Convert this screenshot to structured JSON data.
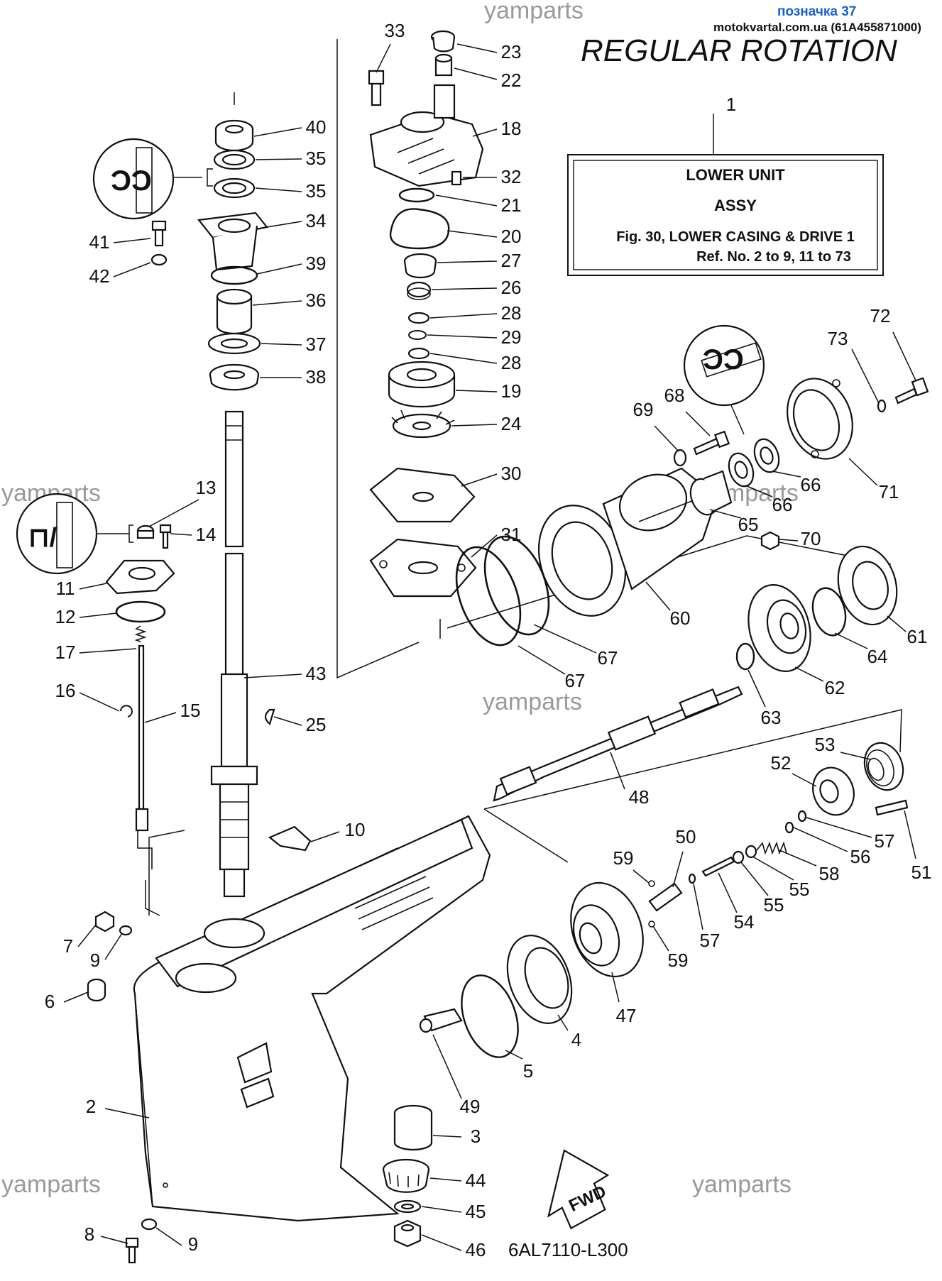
{
  "header": {
    "tag_label": "позначка 37",
    "site_label": "motokvartal.com.ua (61A455871000)",
    "title": "REGULAR ROTATION"
  },
  "watermarks": [
    "yamparts",
    "yamparts",
    "yamparts",
    "yamparts",
    "yamparts",
    "yamparts"
  ],
  "info_box": {
    "callout": "1",
    "line1": "LOWER UNIT",
    "line2": "ASSY",
    "line3": "Fig. 30, LOWER CASING & DRIVE 1",
    "line4": "Ref. No. 2 to 9, 11 to 73"
  },
  "direction_arrow": {
    "label": "FWD"
  },
  "diagram_code": "6AL7110-L300",
  "colors": {
    "line": "#111111",
    "watermark": "#9a9a9a",
    "tag": "#1a5fd0",
    "background": "#ffffff"
  },
  "icons": [
    "grease-apply-icon",
    "sealant-apply-icon",
    "grease-apply-icon"
  ],
  "callouts": [
    {
      "id": "c2",
      "label": "2"
    },
    {
      "id": "c3",
      "label": "3"
    },
    {
      "id": "c4",
      "label": "4"
    },
    {
      "id": "c5",
      "label": "5"
    },
    {
      "id": "c6",
      "label": "6"
    },
    {
      "id": "c7",
      "label": "7"
    },
    {
      "id": "c8",
      "label": "8"
    },
    {
      "id": "c9a",
      "label": "9"
    },
    {
      "id": "c9b",
      "label": "9"
    },
    {
      "id": "c10",
      "label": "10"
    },
    {
      "id": "c11",
      "label": "11"
    },
    {
      "id": "c12",
      "label": "12"
    },
    {
      "id": "c13",
      "label": "13"
    },
    {
      "id": "c14",
      "label": "14"
    },
    {
      "id": "c15",
      "label": "15"
    },
    {
      "id": "c16",
      "label": "16"
    },
    {
      "id": "c17",
      "label": "17"
    },
    {
      "id": "c18",
      "label": "18"
    },
    {
      "id": "c19",
      "label": "19"
    },
    {
      "id": "c20",
      "label": "20"
    },
    {
      "id": "c21",
      "label": "21"
    },
    {
      "id": "c22",
      "label": "22"
    },
    {
      "id": "c23",
      "label": "23"
    },
    {
      "id": "c24",
      "label": "24"
    },
    {
      "id": "c25",
      "label": "25"
    },
    {
      "id": "c26",
      "label": "26"
    },
    {
      "id": "c27",
      "label": "27"
    },
    {
      "id": "c28a",
      "label": "28"
    },
    {
      "id": "c28b",
      "label": "28"
    },
    {
      "id": "c29",
      "label": "29"
    },
    {
      "id": "c30",
      "label": "30"
    },
    {
      "id": "c31",
      "label": "31"
    },
    {
      "id": "c32",
      "label": "32"
    },
    {
      "id": "c33",
      "label": "33"
    },
    {
      "id": "c34",
      "label": "34"
    },
    {
      "id": "c35a",
      "label": "35"
    },
    {
      "id": "c35b",
      "label": "35"
    },
    {
      "id": "c36",
      "label": "36"
    },
    {
      "id": "c37",
      "label": "37"
    },
    {
      "id": "c38",
      "label": "38"
    },
    {
      "id": "c39",
      "label": "39"
    },
    {
      "id": "c40",
      "label": "40"
    },
    {
      "id": "c41",
      "label": "41"
    },
    {
      "id": "c42",
      "label": "42"
    },
    {
      "id": "c43",
      "label": "43"
    },
    {
      "id": "c44",
      "label": "44"
    },
    {
      "id": "c45",
      "label": "45"
    },
    {
      "id": "c46",
      "label": "46"
    },
    {
      "id": "c47",
      "label": "47"
    },
    {
      "id": "c48",
      "label": "48"
    },
    {
      "id": "c49",
      "label": "49"
    },
    {
      "id": "c50",
      "label": "50"
    },
    {
      "id": "c51",
      "label": "51"
    },
    {
      "id": "c52",
      "label": "52"
    },
    {
      "id": "c53",
      "label": "53"
    },
    {
      "id": "c54",
      "label": "54"
    },
    {
      "id": "c55a",
      "label": "55"
    },
    {
      "id": "c55b",
      "label": "55"
    },
    {
      "id": "c56",
      "label": "56"
    },
    {
      "id": "c57a",
      "label": "57"
    },
    {
      "id": "c57b",
      "label": "57"
    },
    {
      "id": "c58",
      "label": "58"
    },
    {
      "id": "c59a",
      "label": "59"
    },
    {
      "id": "c59b",
      "label": "59"
    },
    {
      "id": "c60",
      "label": "60"
    },
    {
      "id": "c61",
      "label": "61"
    },
    {
      "id": "c62",
      "label": "62"
    },
    {
      "id": "c63",
      "label": "63"
    },
    {
      "id": "c64",
      "label": "64"
    },
    {
      "id": "c65",
      "label": "65"
    },
    {
      "id": "c66a",
      "label": "66"
    },
    {
      "id": "c66b",
      "label": "66"
    },
    {
      "id": "c67a",
      "label": "67"
    },
    {
      "id": "c67b",
      "label": "67"
    },
    {
      "id": "c68",
      "label": "68"
    },
    {
      "id": "c69",
      "label": "69"
    },
    {
      "id": "c70",
      "label": "70"
    },
    {
      "id": "c71",
      "label": "71"
    },
    {
      "id": "c72",
      "label": "72"
    },
    {
      "id": "c73",
      "label": "73"
    }
  ]
}
